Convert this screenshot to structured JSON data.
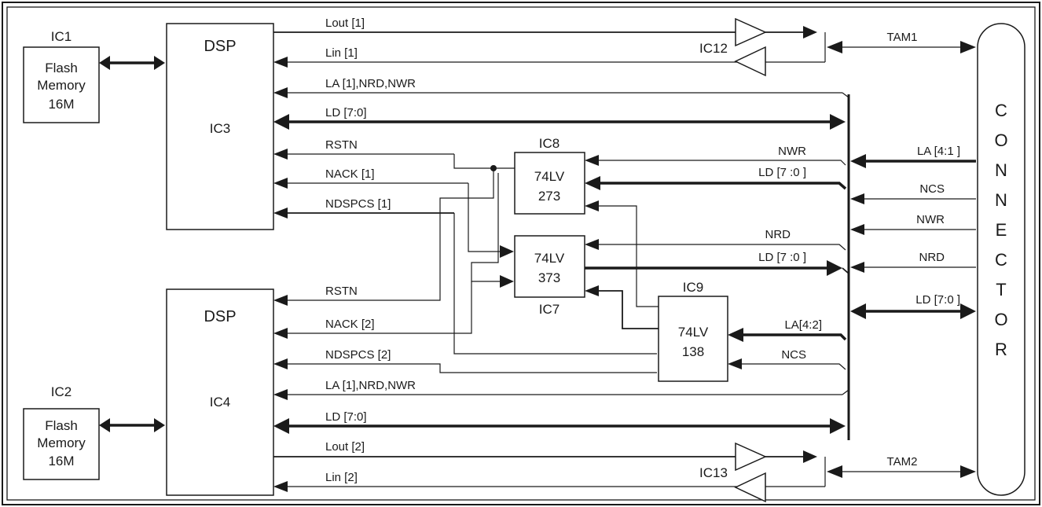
{
  "blocks": {
    "ic1": {
      "ref": "IC1",
      "line1": "Flash",
      "line2": "Memory",
      "line3": "16M"
    },
    "ic2": {
      "ref": "IC2",
      "line1": "Flash",
      "line2": "Memory",
      "line3": "16M"
    },
    "ic3": {
      "title": "DSP",
      "ref": "IC3"
    },
    "ic4": {
      "title": "DSP",
      "ref": "IC4"
    },
    "ic8": {
      "ref": "IC8",
      "line1": "74LV",
      "line2": "273"
    },
    "ic7": {
      "ref": "IC7",
      "line1": "74LV",
      "line2": "373"
    },
    "ic9": {
      "ref": "IC9",
      "line1": "74LV",
      "line2": "138"
    },
    "ic12": {
      "ref": "IC12"
    },
    "ic13": {
      "ref": "IC13"
    },
    "connector": {
      "letters": [
        "C",
        "O",
        "N",
        "N",
        "E",
        "C",
        "T",
        "O",
        "R"
      ]
    }
  },
  "signals": {
    "lout1": "Lout [1]",
    "lin1": "Lin [1]",
    "la1_top": "LA [1],NRD,NWR",
    "ld_top": "LD [7:0]",
    "rstn_top": "RSTN",
    "nack1": "NACK [1]",
    "ndspcs1": "NDSPCS [1]",
    "rstn_bot": "RSTN",
    "nack2": "NACK [2]",
    "ndspcs2": "NDSPCS [2]",
    "la1_bot": "LA [1],NRD,NWR",
    "ld_bot": "LD [7:0]",
    "lout2": "Lout [2]",
    "lin2": "Lin [2]",
    "tam1": "TAM1",
    "tam2": "TAM2",
    "nwr_ic8": "NWR",
    "ld_ic8": "LD [7 :0 ]",
    "nrd_ic7": "NRD",
    "ld_ic7": "LD [7 :0 ]",
    "la42": "LA[4:2]",
    "ncs_ic9": "NCS",
    "la41": "LA [4:1 ]",
    "ncs_conn": "NCS",
    "nwr_conn": "NWR",
    "nrd_conn": "NRD",
    "ld_conn": "LD [7:0 ]"
  }
}
